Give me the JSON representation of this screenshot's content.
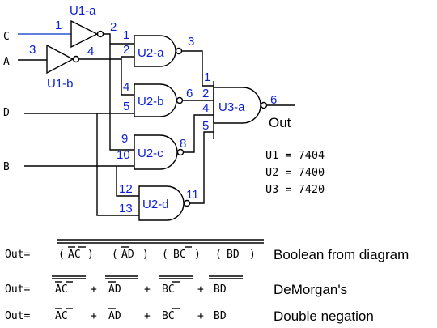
{
  "inputs": {
    "c": "C",
    "a": "A",
    "d": "D",
    "b": "B"
  },
  "gates": {
    "u1a": "U1-a",
    "u1b": "U1-b",
    "u2a": "U2-a",
    "u2b": "U2-b",
    "u2c": "U2-c",
    "u2d": "U2-d",
    "u3a": "U3-a"
  },
  "pins": {
    "u1a_in": "1",
    "u1a_out": "2",
    "u1b_in": "3",
    "u1b_out": "4",
    "u2a_in1": "1",
    "u2a_in2": "2",
    "u2a_out": "3",
    "u2b_in1": "4",
    "u2b_in2": "5",
    "u2b_out": "6",
    "u2c_in1": "9",
    "u2c_in2": "10",
    "u2c_out": "8",
    "u2d_in1": "12",
    "u2d_in2": "13",
    "u2d_out": "11",
    "u3a_in1": "1",
    "u3a_in2": "2",
    "u3a_in3": "4",
    "u3a_in4": "5",
    "u3a_out": "6"
  },
  "output_label": "Out",
  "ic_list": [
    "U1 = 7404",
    "U2 = 7400",
    "U3 = 7420"
  ],
  "equations": {
    "out_label": "Out=",
    "line1_terms": [
      "AC",
      "AD",
      "BC",
      "BD"
    ],
    "line1_caption": "Boolean from diagram",
    "line2_caption": "DeMorgan's",
    "line3_caption": "Double negation",
    "plus": "+"
  }
}
